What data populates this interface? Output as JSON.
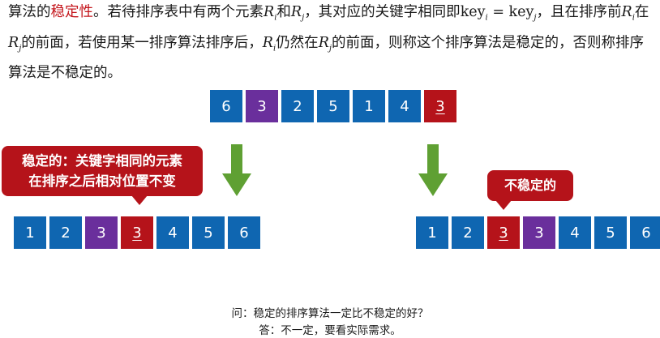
{
  "paragraph": {
    "p1": "算法的",
    "highlight": "稳定性",
    "p2": "。若待排序表中有两个元素",
    "ri": "R",
    "sub_i": "i",
    "and": "和",
    "rj": "R",
    "sub_j": "j",
    "p3": "，其对应的关键字相同即",
    "key_a": "key",
    "eq": " = ",
    "key_b": "key",
    "p4": "，且在排序前",
    "p5": "在",
    "p6": "的前面，若使用某一排序算法排序后，",
    "p7": "仍然在",
    "p8": "的前面，则称这个排序算法是稳定的，否则称排序算法是不稳定的。"
  },
  "top_row": [
    {
      "label": "6",
      "color": "blue",
      "underline": false
    },
    {
      "label": "3",
      "color": "purple",
      "underline": false
    },
    {
      "label": "2",
      "color": "blue",
      "underline": false
    },
    {
      "label": "5",
      "color": "blue",
      "underline": false
    },
    {
      "label": "1",
      "color": "blue",
      "underline": false
    },
    {
      "label": "4",
      "color": "blue",
      "underline": false
    },
    {
      "label": "3",
      "color": "red",
      "underline": true
    }
  ],
  "left_row": [
    {
      "label": "1",
      "color": "blue",
      "underline": false
    },
    {
      "label": "2",
      "color": "blue",
      "underline": false
    },
    {
      "label": "3",
      "color": "purple",
      "underline": false
    },
    {
      "label": "3",
      "color": "red",
      "underline": true
    },
    {
      "label": "4",
      "color": "blue",
      "underline": false
    },
    {
      "label": "5",
      "color": "blue",
      "underline": false
    },
    {
      "label": "6",
      "color": "blue",
      "underline": false
    }
  ],
  "right_row": [
    {
      "label": "1",
      "color": "blue",
      "underline": false
    },
    {
      "label": "2",
      "color": "blue",
      "underline": false
    },
    {
      "label": "3",
      "color": "red",
      "underline": true
    },
    {
      "label": "3",
      "color": "purple",
      "underline": false
    },
    {
      "label": "4",
      "color": "blue",
      "underline": false
    },
    {
      "label": "5",
      "color": "blue",
      "underline": false
    },
    {
      "label": "6",
      "color": "blue",
      "underline": false
    }
  ],
  "callouts": {
    "stable_line1": "稳定的：关键字相同的元素",
    "stable_line2": "在排序之后相对位置不变",
    "unstable": "不稳定的"
  },
  "qa": {
    "question": "问：稳定的排序算法一定比不稳定的好？",
    "answer": "答：不一定，要看实际需求。"
  },
  "colors": {
    "blue": "#0f66b1",
    "purple": "#6a2f9c",
    "red": "#b5131a",
    "arrow_green": "#5fa033",
    "highlight_text": "#c4161c"
  }
}
